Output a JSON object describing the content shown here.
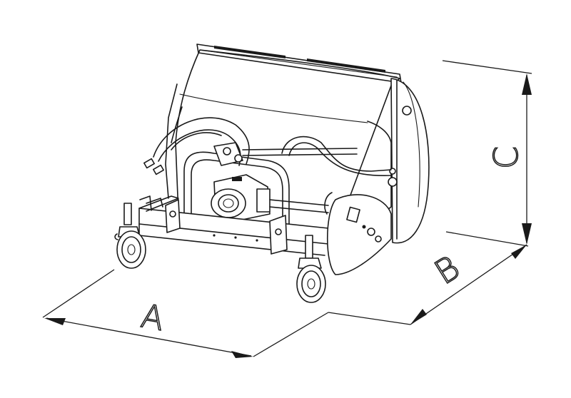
{
  "diagram": {
    "dimensions": [
      {
        "id": "A",
        "label": "A"
      },
      {
        "id": "B",
        "label": "B"
      },
      {
        "id": "C",
        "label": "C"
      }
    ],
    "colors": {
      "stroke": "#1a1a1a",
      "background": "#ffffff"
    }
  }
}
